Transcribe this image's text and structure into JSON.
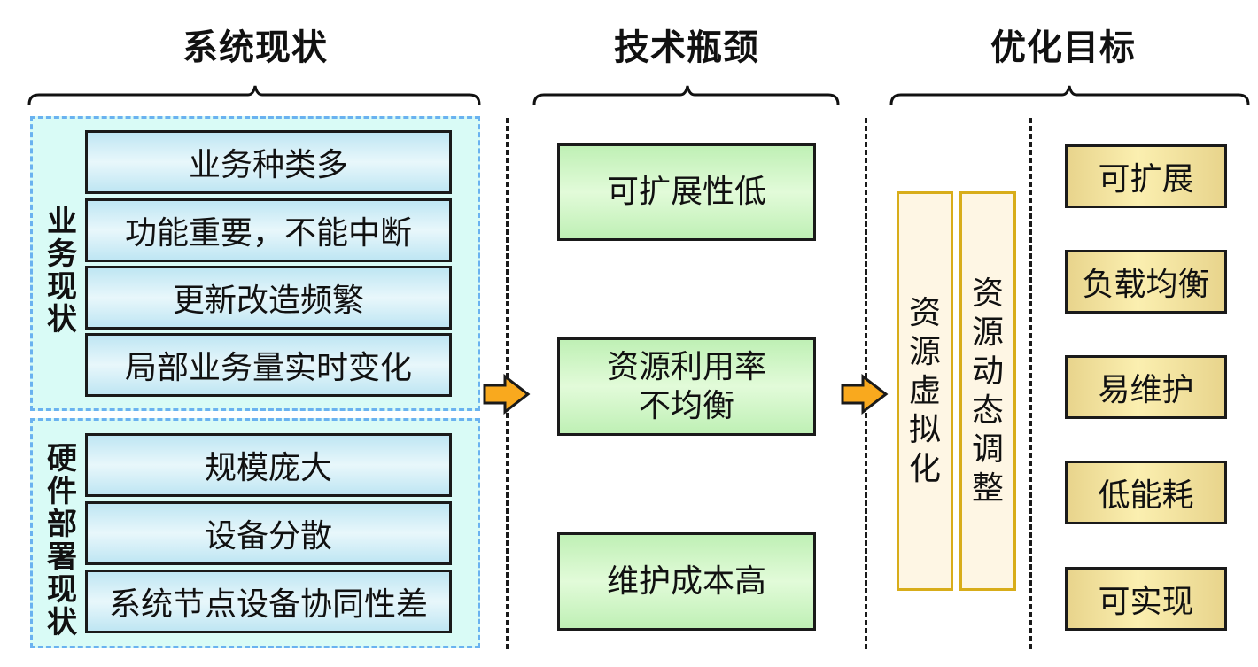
{
  "columns": {
    "current": {
      "title": "系统现状",
      "groups": [
        {
          "label": [
            "业",
            "务",
            "现",
            "状"
          ],
          "items": [
            "业务种类多",
            "功能重要，不能中断",
            "更新改造频繁",
            "局部业务量实时变化"
          ]
        },
        {
          "label": [
            "硬",
            "件",
            "部",
            "署",
            "现",
            "状"
          ],
          "items": [
            "规模庞大",
            "设备分散",
            "系统节点设备协同性差"
          ]
        }
      ]
    },
    "bottleneck": {
      "title": "技术瓶颈",
      "items": [
        {
          "lines": [
            "可扩展性低"
          ]
        },
        {
          "lines": [
            "资源利用率",
            "不均衡"
          ]
        },
        {
          "lines": [
            "维护成本高"
          ]
        }
      ]
    },
    "target": {
      "title": "优化目标",
      "methods": [
        [
          "资",
          "源",
          "虚",
          "拟",
          "化"
        ],
        [
          "资",
          "源",
          "动",
          "态",
          "调",
          "整"
        ]
      ],
      "goals": [
        "可扩展",
        "负载均衡",
        "易维护",
        "低能耗",
        "可实现"
      ]
    }
  },
  "icons": {
    "arrow_1": "right-arrow-icon",
    "arrow_2": "right-arrow-icon"
  },
  "colors": {
    "current_group_bg": "#d9fbf6",
    "current_group_border": "#6ab2f0",
    "bottleneck_fill": "#c9f3bf",
    "method_border": "#d8ad1a",
    "method_fill": "#fef6e4",
    "goal_fill": "#f6e6a4",
    "arrow_fill": "#f9a91e"
  }
}
